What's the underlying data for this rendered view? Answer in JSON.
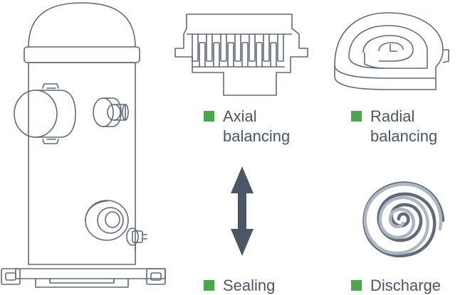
{
  "colors": {
    "line": "#5f6b7a",
    "arrow": "#4b5667",
    "bullet": "#49a84a",
    "text": "#4a5665"
  },
  "labels": {
    "axial": [
      "Axial",
      "balancing"
    ],
    "radial": [
      "Radial",
      "balancing"
    ],
    "sealing": "Sealing",
    "discharge": "Discharge"
  }
}
